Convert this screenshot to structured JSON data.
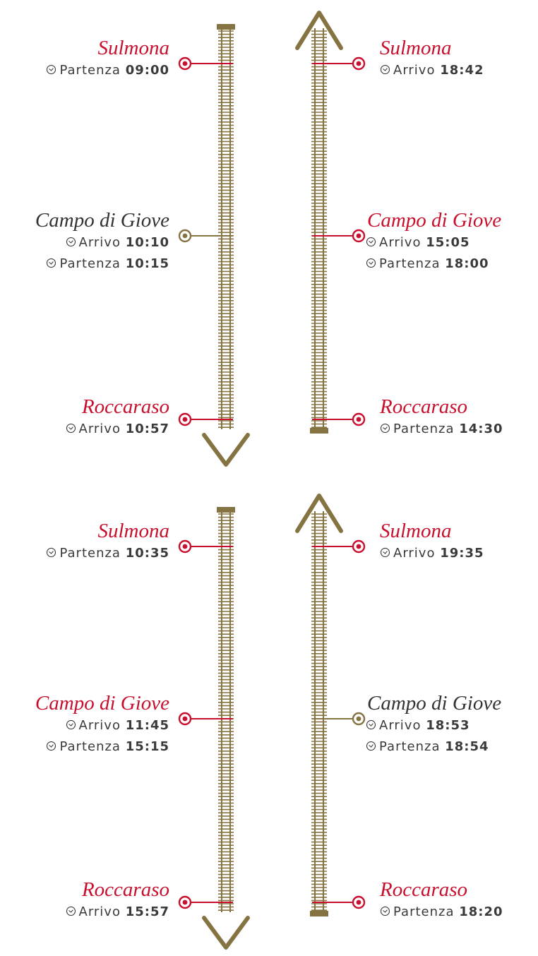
{
  "colors": {
    "track": "#857442",
    "highlight": "#c8102e",
    "text": "#3a3a3a",
    "intermediate_name": "#333333"
  },
  "icons": {
    "time": "clock-icon",
    "stop": "station-marker-icon"
  },
  "timetables": [
    {
      "outbound": {
        "direction": "down",
        "stops": [
          {
            "name": "Sulmona",
            "highlight": true,
            "lines": [
              {
                "label": "Partenza",
                "time": "09:00"
              }
            ]
          },
          {
            "name": "Campo di Giove",
            "highlight": false,
            "lines": [
              {
                "label": "Arrivo",
                "time": "10:10"
              },
              {
                "label": "Partenza",
                "time": "10:15"
              }
            ]
          },
          {
            "name": "Roccaraso",
            "highlight": true,
            "lines": [
              {
                "label": "Arrivo",
                "time": "10:57"
              }
            ]
          }
        ]
      },
      "return": {
        "direction": "up",
        "stops": [
          {
            "name": "Sulmona",
            "highlight": true,
            "lines": [
              {
                "label": "Arrivo",
                "time": "18:42"
              }
            ]
          },
          {
            "name": "Campo di Giove",
            "highlight": true,
            "lines": [
              {
                "label": "Arrivo",
                "time": "15:05"
              },
              {
                "label": "Partenza",
                "time": "18:00"
              }
            ]
          },
          {
            "name": "Roccaraso",
            "highlight": true,
            "lines": [
              {
                "label": "Partenza",
                "time": "14:30"
              }
            ]
          }
        ]
      }
    },
    {
      "outbound": {
        "direction": "down",
        "stops": [
          {
            "name": "Sulmona",
            "highlight": true,
            "lines": [
              {
                "label": "Partenza",
                "time": "10:35"
              }
            ]
          },
          {
            "name": "Campo di Giove",
            "highlight": true,
            "lines": [
              {
                "label": "Arrivo",
                "time": "11:45"
              },
              {
                "label": "Partenza",
                "time": "15:15"
              }
            ]
          },
          {
            "name": "Roccaraso",
            "highlight": true,
            "lines": [
              {
                "label": "Arrivo",
                "time": "15:57"
              }
            ]
          }
        ]
      },
      "return": {
        "direction": "up",
        "stops": [
          {
            "name": "Sulmona",
            "highlight": true,
            "lines": [
              {
                "label": "Arrivo",
                "time": "19:35"
              }
            ]
          },
          {
            "name": "Campo di Giove",
            "highlight": false,
            "lines": [
              {
                "label": "Arrivo",
                "time": "18:53"
              },
              {
                "label": "Partenza",
                "time": "18:54"
              }
            ]
          },
          {
            "name": "Roccaraso",
            "highlight": true,
            "lines": [
              {
                "label": "Partenza",
                "time": "18:20"
              }
            ]
          }
        ]
      }
    }
  ]
}
